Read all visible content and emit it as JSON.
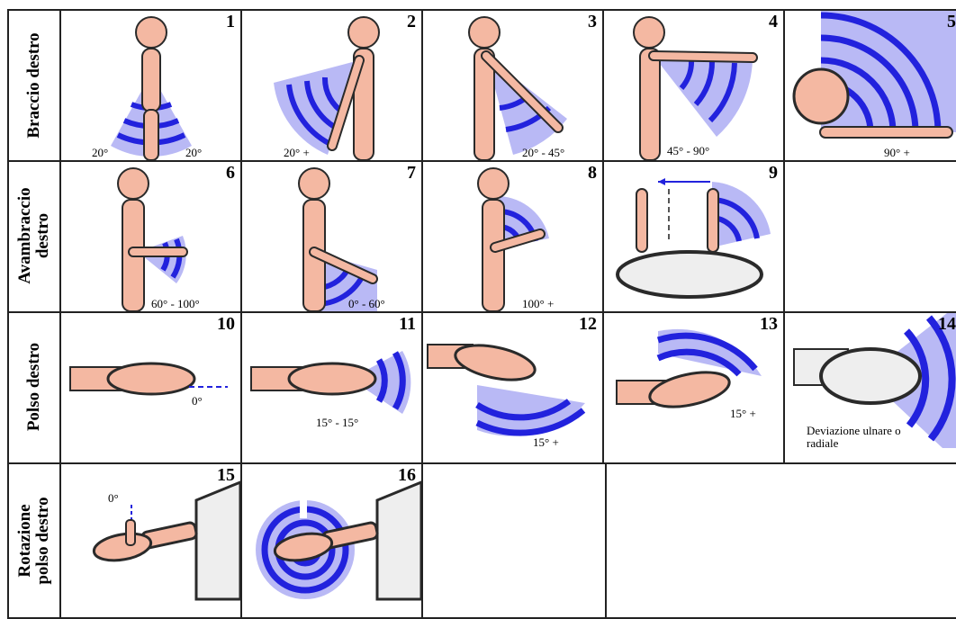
{
  "rows": [
    {
      "label": "Braccio destro"
    },
    {
      "label": "Avambraccio destro"
    },
    {
      "label": "Polso destro"
    },
    {
      "label": "Rotazione polso destro"
    }
  ],
  "cells": [
    {
      "number": "1",
      "labels": [
        "20°",
        "20°"
      ]
    },
    {
      "number": "2",
      "labels": [
        "20° +"
      ]
    },
    {
      "number": "3",
      "labels": [
        "20° - 45°"
      ]
    },
    {
      "number": "4",
      "labels": [
        "45° - 90°"
      ]
    },
    {
      "number": "5",
      "labels": [
        "90° +"
      ]
    },
    {
      "number": "6",
      "labels": [
        "60° - 100°"
      ]
    },
    {
      "number": "7",
      "labels": [
        "0° - 60°"
      ]
    },
    {
      "number": "8",
      "labels": [
        "100° +"
      ]
    },
    {
      "number": "9",
      "labels": []
    },
    {
      "number": "10",
      "labels": [
        "0°"
      ]
    },
    {
      "number": "11",
      "labels": [
        "15° - 15°"
      ]
    },
    {
      "number": "12",
      "labels": [
        "15° +"
      ]
    },
    {
      "number": "13",
      "labels": [
        "15° +"
      ]
    },
    {
      "number": "14",
      "labels": [
        "Deviazione ulnare o radiale"
      ]
    },
    {
      "number": "15",
      "labels": [
        "0°"
      ]
    },
    {
      "number": "16",
      "labels": []
    }
  ],
  "colors": {
    "skin": "#f4b8a2",
    "outline": "#2a2a2a",
    "arc_dark": "#2222dd",
    "arc_light": "#b9b9f5"
  }
}
